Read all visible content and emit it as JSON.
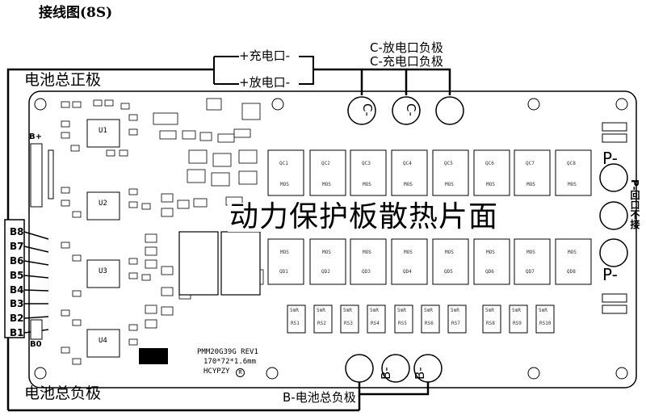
{
  "title": "接线图(8S)",
  "labels": {
    "pack_positive": "电池总正极",
    "pack_negative": "电池总负极",
    "charge_port": "+充电口-",
    "discharge_port": "+放电口-",
    "c_neg_line1": "C-放电口负极",
    "c_neg_line2": "C-充电口负极",
    "b_neg": "B-电池总负极",
    "p_side": "P-回口不接",
    "heatsink": "动力保护板散热片面",
    "b_plus": "B+",
    "b0": "B0",
    "p_minus_top": "P-",
    "p_minus_bottom": "P-",
    "c_marks": [
      "C-",
      "C-"
    ],
    "b_marks": [
      "B-",
      "B-"
    ]
  },
  "balance_terminals": [
    "B8",
    "B7",
    "B6",
    "B5",
    "B4",
    "B3",
    "B2",
    "B1"
  ],
  "board": {
    "model": "PMM20G39G REV1",
    "size": "170*72*1.6mm",
    "maker": "HCYPZY",
    "maker_mark": "R"
  },
  "mosfets_top": [
    "QC1",
    "QC2",
    "QC3",
    "QC4",
    "QC5",
    "QC6",
    "QC7",
    "QC8"
  ],
  "mosfets_bottom": [
    "QD1",
    "QD2",
    "QD3",
    "QD4",
    "QD5",
    "QD6",
    "QD7",
    "QD8"
  ],
  "mos_text": "MOS",
  "shunts": [
    "RS1",
    "RS2",
    "RS3",
    "RS4",
    "RS5",
    "RS6",
    "RS7",
    "RS8",
    "RS9",
    "RS10"
  ],
  "shunt_value": "5mR",
  "ics": [
    "U1",
    "U2",
    "U3",
    "U4"
  ],
  "colors": {
    "line": "#000000",
    "board_fill": "#ffffff",
    "chip": "#000000"
  }
}
